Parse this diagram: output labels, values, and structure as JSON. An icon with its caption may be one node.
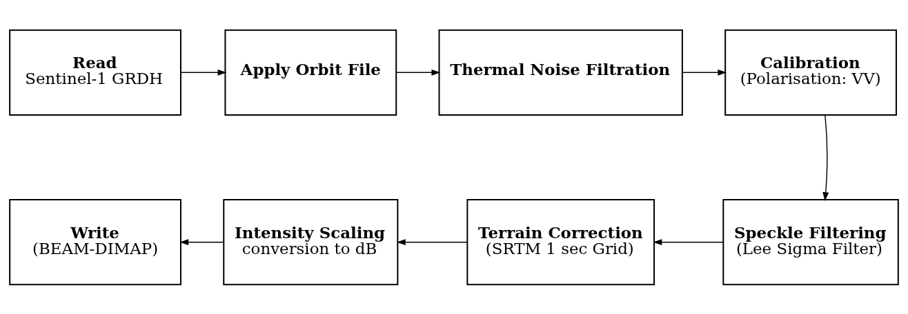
{
  "diagram": {
    "nodes": [
      {
        "text": [
          "Read",
          "Sentinel-1 GRDH"
        ]
      },
      {
        "text": [
          "Apply Orbit File"
        ]
      },
      {
        "text": [
          "Thermal Noise Filtration"
        ]
      },
      {
        "text": [
          "Calibration",
          "(Polarisation: VV)"
        ]
      },
      {
        "text": [
          "Speckle Filtering",
          "(Lee Sigma Filter)"
        ]
      },
      {
        "text": [
          "Terrain Correction",
          "(SRTM 1 sec Grid)"
        ]
      },
      {
        "text": [
          "Intensity Scaling",
          "conversion to dB"
        ]
      },
      {
        "text": [
          "Write",
          "(BEAM-DIMAP)"
        ]
      }
    ],
    "edges": [
      {
        "from": 0,
        "to": 1,
        "arrow": "to"
      },
      {
        "from": 1,
        "to": 2,
        "arrow": "to"
      },
      {
        "from": 2,
        "to": 3,
        "arrow": "to"
      },
      {
        "from": 3,
        "to": 4,
        "arrow": "to"
      },
      {
        "from": 4,
        "to": 5,
        "arrow": "to"
      },
      {
        "from": 5,
        "to": 6,
        "arrow": "to"
      },
      {
        "from": 6,
        "to": 7,
        "arrow": "to"
      }
    ]
  }
}
